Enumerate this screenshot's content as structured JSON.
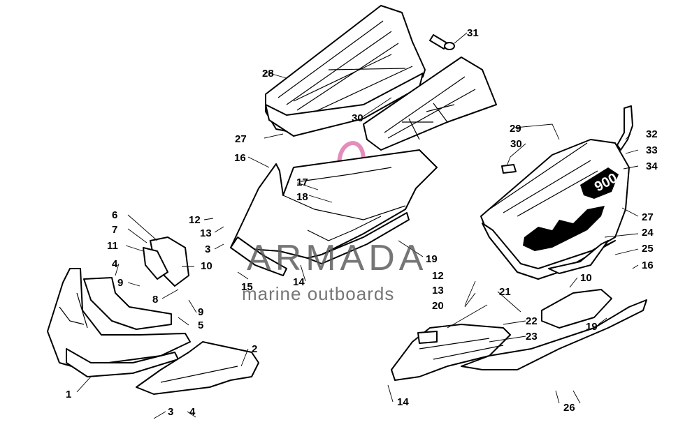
{
  "watermark": {
    "brand": "ARMADA",
    "tagline": "marine outboards",
    "logo_color": "#e07ab0",
    "text_color": "#555555"
  },
  "decal_text": "900",
  "callouts": [
    "1",
    "2",
    "3",
    "3",
    "4",
    "4",
    "5",
    "6",
    "7",
    "8",
    "9",
    "9",
    "10",
    "10",
    "11",
    "12",
    "12",
    "13",
    "13",
    "14",
    "14",
    "15",
    "16",
    "16",
    "17",
    "18",
    "19",
    "19",
    "20",
    "21",
    "22",
    "23",
    "24",
    "25",
    "26",
    "27",
    "27",
    "28",
    "29",
    "30",
    "30",
    "31",
    "32",
    "33",
    "34"
  ]
}
